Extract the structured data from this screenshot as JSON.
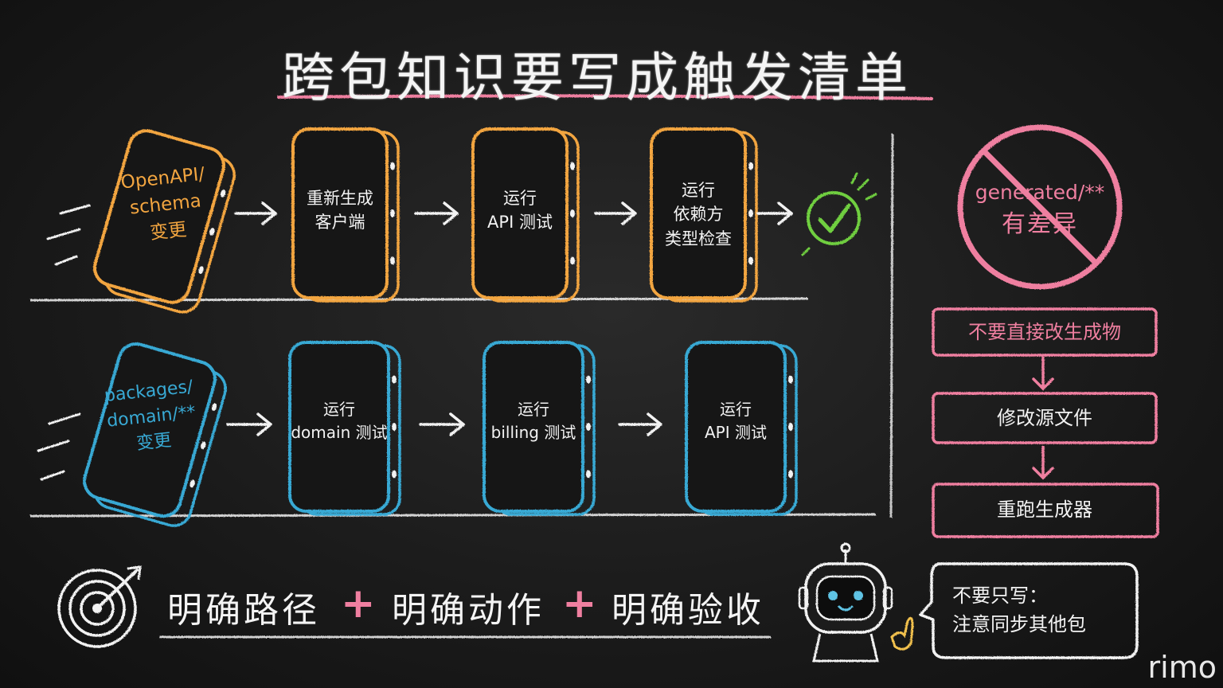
{
  "title": "跨包知识要写成触发清单",
  "colors": {
    "orange": "#f2a540",
    "blue": "#38a9d4",
    "pink": "#ef7fa0",
    "green": "#6fcf3f",
    "chalk": "#f2f2f2"
  },
  "flow_top": {
    "trigger": [
      "OpenAPI/",
      "schema",
      "变更"
    ],
    "steps": [
      [
        "重新生成",
        "客户端"
      ],
      [
        "运行",
        "API 测试"
      ],
      [
        "运行",
        "依赖方",
        "类型检查"
      ]
    ],
    "end_icon": "check-circle-icon"
  },
  "flow_bottom": {
    "trigger": [
      "packages/",
      "domain/**",
      "变更"
    ],
    "steps": [
      [
        "运行",
        "domain 测试"
      ],
      [
        "运行",
        "billing 测试"
      ],
      [
        "运行",
        "API 测试"
      ]
    ]
  },
  "forbidden": {
    "icon": "no-entry-icon",
    "line1": "generated/**",
    "line2": "有差异"
  },
  "fix_steps": [
    "不要直接改生成物",
    "修改源文件",
    "重跑生成器"
  ],
  "slogan": {
    "part1": "明确路径",
    "plus": "+",
    "part2": "明确动作",
    "part3": "明确验收"
  },
  "speech": {
    "line1": "不要只写：",
    "line2": "注意同步其他包"
  },
  "watermark": "rimo"
}
